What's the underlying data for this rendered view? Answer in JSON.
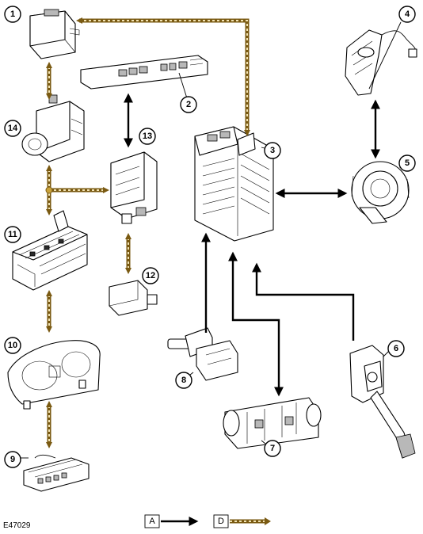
{
  "figure_ref": "E47029",
  "callouts": [
    "1",
    "2",
    "3",
    "4",
    "5",
    "6",
    "7",
    "8",
    "9",
    "10",
    "11",
    "12",
    "13",
    "14"
  ],
  "legend": {
    "a_key": "A",
    "d_key": "D"
  },
  "colors": {
    "line_a": "#000000",
    "line_d_outer": "#7a5a12",
    "line_d_inner": "#f2e3b3"
  }
}
